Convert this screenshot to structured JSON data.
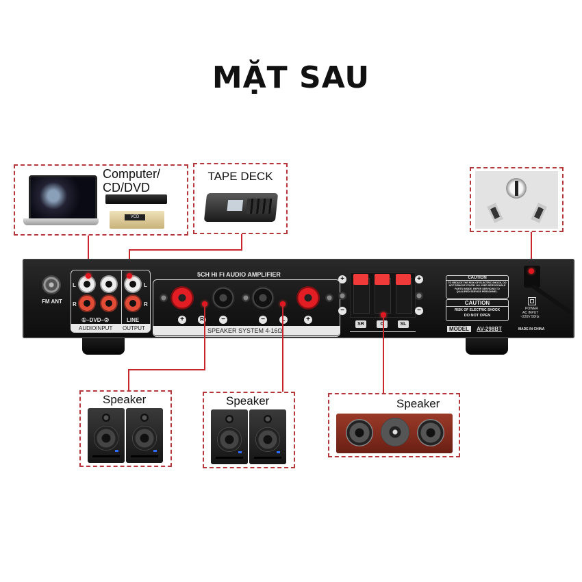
{
  "title": "MẶT SAU",
  "colors": {
    "accent_line": "#c8262c",
    "dash_border": "#b5363b",
    "chassis": "#161616"
  },
  "sources": {
    "computer_cd_dvd": {
      "label": "Computer/\nCD/DVD",
      "label_line1": "Computer/",
      "label_line2": "CD/DVD",
      "vcd_text": "VCD"
    },
    "tape_deck": {
      "label": "TAPE DECK"
    },
    "power_outlet": {
      "icon": "power-outlet-icon"
    }
  },
  "amplifier": {
    "fm_ant": "FM ANT",
    "audio_input": {
      "l": "L",
      "r": "R",
      "dvd": "①–DVD–②",
      "line": "LINE",
      "input_label": "AUDIOINPUT",
      "output_label": "OUTPUT",
      "out_l": "L",
      "out_r": "R"
    },
    "panel_title": "5CH Hi Fi AUDIO AMPLIFIER",
    "speaker_system": "SPEAKER SYSTEM 4-16Ω",
    "front_symbols": [
      "+",
      "R",
      "−",
      "−",
      "L",
      "+"
    ],
    "surround": {
      "plus": "+",
      "minus": "−",
      "channels": [
        "SR",
        "C",
        "SL"
      ]
    },
    "caution1": {
      "title": "CAUTION",
      "text": "TO REDUCE THE RISK OF ELECTRIC SHOCK, DO NOT REMOVE COVER. NO USER SERVICEABLE PARTS INSIDE. REFER SERVICING TO QUALIFIED SERVICE PERSONNEL."
    },
    "caution2": {
      "title": "CAUTION",
      "line1": "RISK OF ELECTRIC SHOCK",
      "line2": "DO NOT OPEN"
    },
    "model_label": "MODEL",
    "model": "AV-298BT",
    "power": {
      "line1": "POWER",
      "line2": "AC INPUT",
      "line3": "~220V 50Hz"
    },
    "made_in": "MADE IN CHINA"
  },
  "outputs": [
    {
      "label": "Speaker"
    },
    {
      "label": "Speaker"
    },
    {
      "label": "Speaker"
    }
  ]
}
